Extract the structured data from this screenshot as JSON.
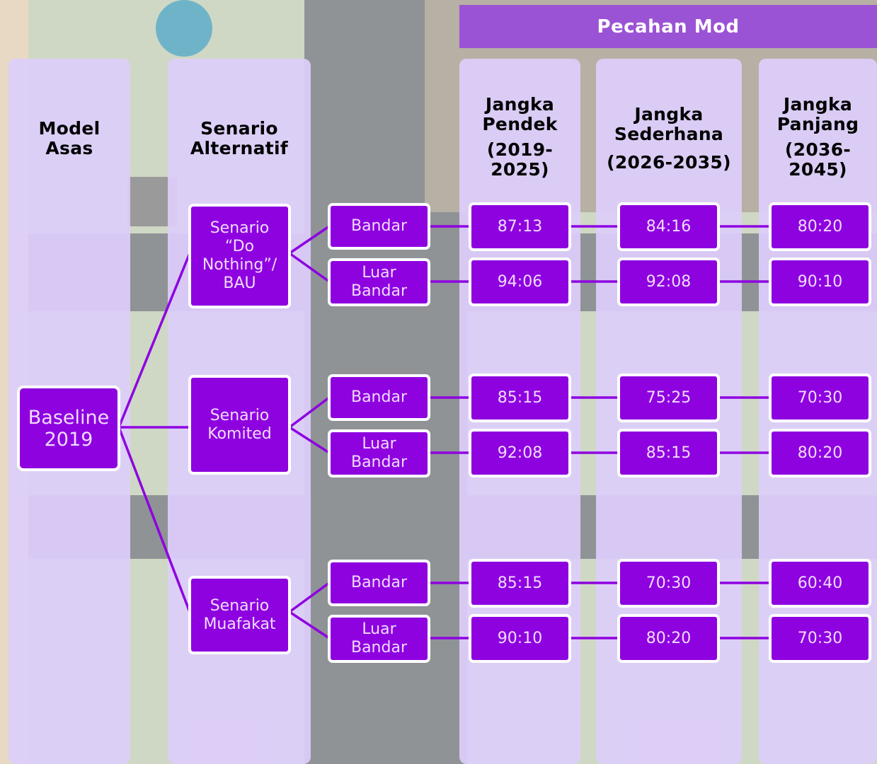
{
  "banner": "Pecahan Mod",
  "headers": {
    "model": [
      "Model",
      "Asas"
    ],
    "senario": [
      "Senario",
      "Alternatif"
    ],
    "pendek": [
      "Jangka",
      "Pendek",
      "(2019-",
      "2025)"
    ],
    "sederhana": [
      "Jangka",
      "Sederhana",
      "(2026-2035)"
    ],
    "panjang": [
      "Jangka",
      "Panjang",
      "(2036-",
      "2045)"
    ]
  },
  "baseline": [
    "Baseline",
    "2019"
  ],
  "scenarios": [
    {
      "label": [
        "Senario",
        "“Do",
        "Nothing”/",
        "BAU"
      ],
      "areas": [
        {
          "label": [
            "Bandar"
          ],
          "values": [
            "87:13",
            "84:16",
            "80:20"
          ]
        },
        {
          "label": [
            "Luar",
            "Bandar"
          ],
          "values": [
            "94:06",
            "92:08",
            "90:10"
          ]
        }
      ]
    },
    {
      "label": [
        "Senario",
        "Komited"
      ],
      "areas": [
        {
          "label": [
            "Bandar"
          ],
          "values": [
            "85:15",
            "75:25",
            "70:30"
          ]
        },
        {
          "label": [
            "Luar",
            "Bandar"
          ],
          "values": [
            "92:08",
            "85:15",
            "80:20"
          ]
        }
      ]
    },
    {
      "label": [
        "Senario",
        "Muafakat"
      ],
      "areas": [
        {
          "label": [
            "Bandar"
          ],
          "values": [
            "85:15",
            "70:30",
            "60:40"
          ]
        },
        {
          "label": [
            "Luar",
            "Bandar"
          ],
          "values": [
            "90:10",
            "80:20",
            "70:30"
          ]
        }
      ]
    }
  ],
  "colors": {
    "box": "#8e02e0",
    "banner": "#9b53d6",
    "column": "#dccdf9",
    "connector": "#8e02e0"
  }
}
